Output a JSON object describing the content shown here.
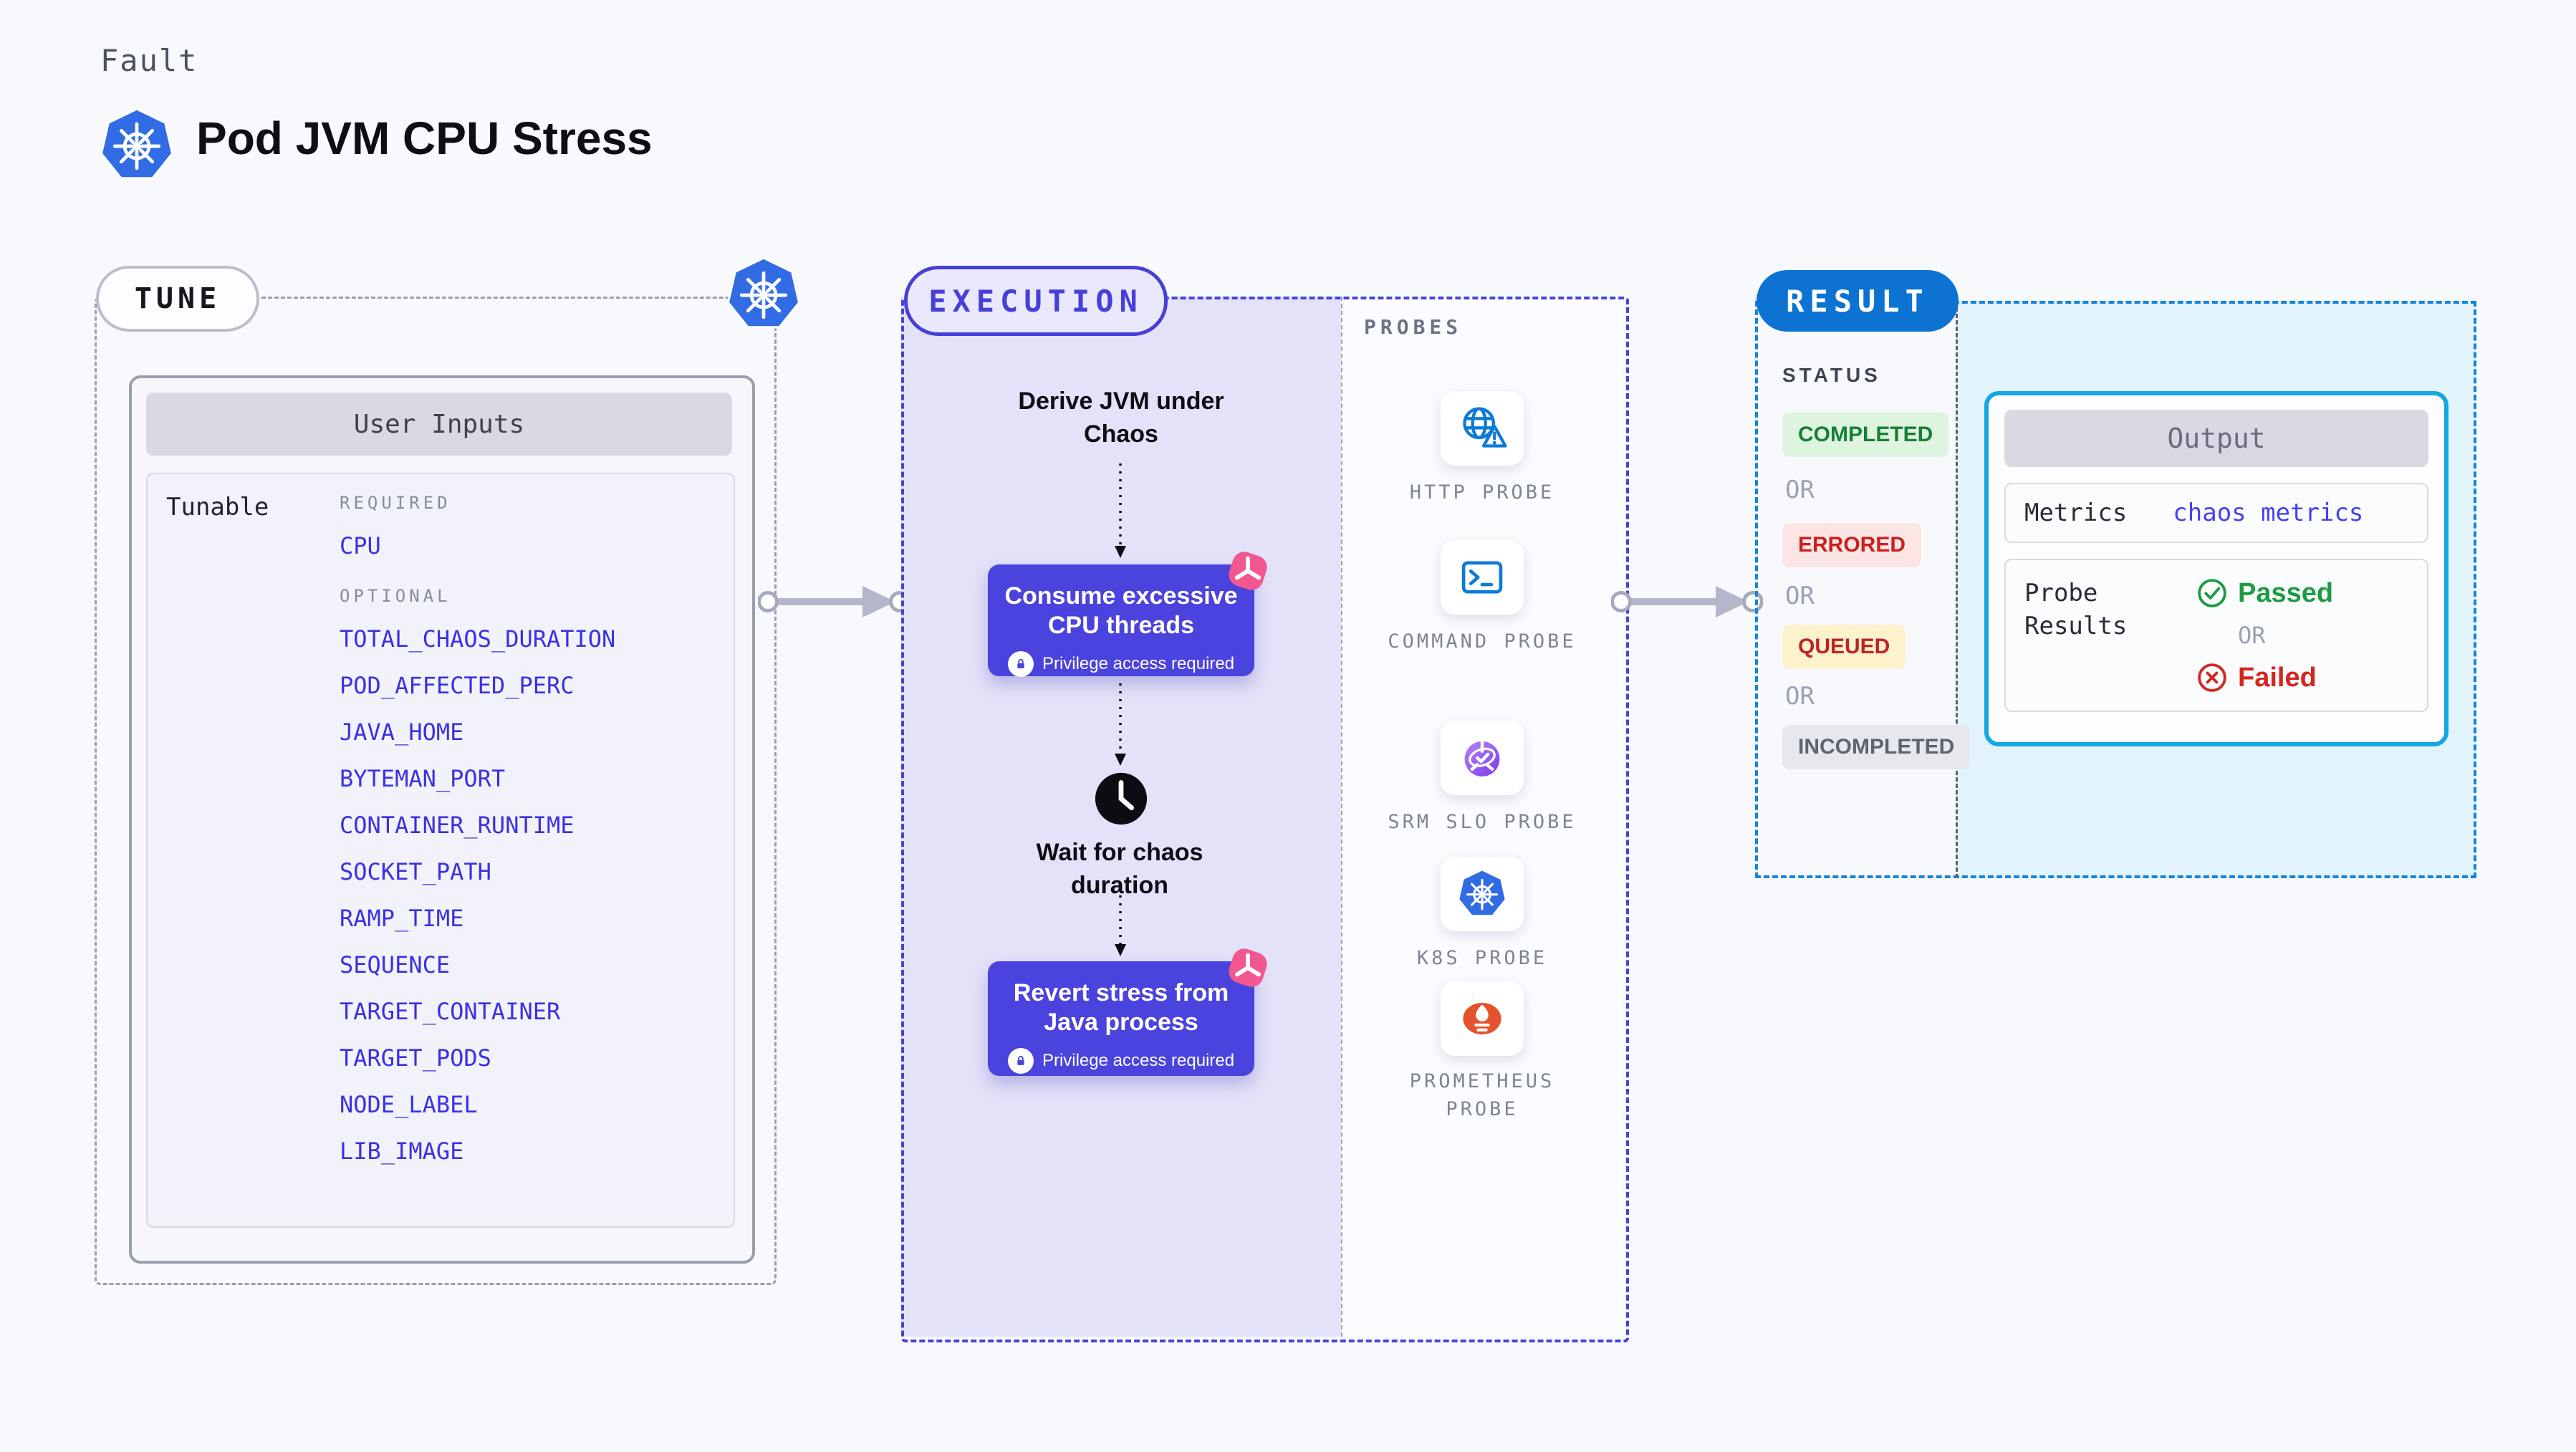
{
  "header": {
    "kicker": "Fault",
    "title": "Pod JVM CPU Stress"
  },
  "tune": {
    "badge": "TUNE",
    "panel_title": "User Inputs",
    "row_label": "Tunable",
    "required_label": "REQUIRED",
    "required_items": [
      "CPU"
    ],
    "optional_label": "OPTIONAL",
    "optional_items": [
      "TOTAL_CHAOS_DURATION",
      "POD_AFFECTED_PERC",
      "JAVA_HOME",
      "BYTEMAN_PORT",
      "CONTAINER_RUNTIME",
      "SOCKET_PATH",
      "RAMP_TIME",
      "SEQUENCE",
      "TARGET_CONTAINER",
      "TARGET_PODS",
      "NODE_LABEL",
      "LIB_IMAGE"
    ]
  },
  "execution": {
    "badge": "EXECUTION",
    "derive_label": "Derive JVM under Chaos",
    "consume": {
      "title": "Consume excessive CPU threads",
      "note": "Privilege access required"
    },
    "wait_label": "Wait for chaos duration",
    "revert": {
      "title": "Revert stress from Java process",
      "note": "Privilege access required"
    }
  },
  "probes": {
    "heading": "PROBES",
    "items": [
      {
        "label": "HTTP PROBE",
        "icon": "globe-warning-icon"
      },
      {
        "label": "COMMAND PROBE",
        "icon": "terminal-icon"
      },
      {
        "label": "SRM SLO PROBE",
        "icon": "slo-donut-icon"
      },
      {
        "label": "K8S PROBE",
        "icon": "kubernetes-icon"
      },
      {
        "label": "PROMETHEUS PROBE",
        "icon": "prometheus-flame-icon"
      }
    ]
  },
  "result": {
    "badge": "RESULT",
    "status_heading": "STATUS",
    "or_label": "OR",
    "statuses": [
      {
        "label": "COMPLETED",
        "fg": "#177f38",
        "bg": "#def4df"
      },
      {
        "label": "ERRORED",
        "fg": "#c92020",
        "bg": "#fbe5e5"
      },
      {
        "label": "QUEUED",
        "fg": "#bf2323",
        "bg": "#fcf2cc"
      },
      {
        "label": "INCOMPLETED",
        "fg": "#5d6470",
        "bg": "#e7e8ee"
      }
    ],
    "output": {
      "title": "Output",
      "metrics_label": "Metrics",
      "metrics_value": "chaos metrics",
      "probe_results_label": "Probe Results",
      "passed_label": "Passed",
      "or_label": "OR",
      "failed_label": "Failed"
    }
  },
  "colors": {
    "page_bg": "#f8f9fd",
    "lavender_bg": "#e4e2f9",
    "cyan_bg": "#e2f3fb",
    "indigo_accent": "#4640d8",
    "card_indigo": "#4a43dd",
    "result_blue": "#0d73d2",
    "result_dash_blue": "#1285da",
    "output_border_cyan": "#14a7e0",
    "param_blue": "#3a31e3",
    "kubernetes_blue": "#326ce5",
    "probe_icon_blue": "#0e7ad6",
    "srm_purple": "#7c3aed",
    "prometheus_orange": "#e6522c",
    "pink_chaos": "#f3578f",
    "passed_green": "#1d9b43",
    "failed_red": "#d3261f",
    "arrow_gray": "#b4b6c9",
    "dash_gray": "#9aa0ab"
  }
}
